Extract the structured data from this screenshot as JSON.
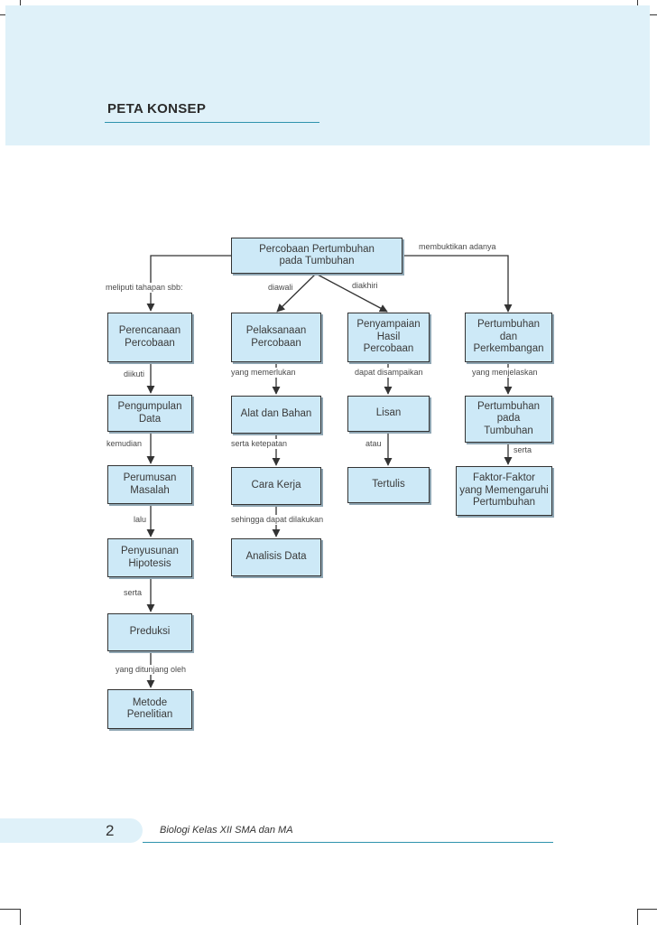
{
  "page": {
    "heading": "PETA KONSEP",
    "page_number": "2",
    "book_title": "Biologi Kelas XII SMA dan MA"
  },
  "concept_map": {
    "root": "Percobaan Pertumbuhan\npada Tumbuhan",
    "columns": [
      {
        "link": "meliputi tahapan sbb:",
        "nodes": [
          {
            "label": "Perencanaan\nPercobaan",
            "next_link": "diikuti"
          },
          {
            "label": "Pengumpulan\nData",
            "next_link": "kemudian"
          },
          {
            "label": "Perumusan\nMasalah",
            "next_link": "lalu"
          },
          {
            "label": "Penyusunan\nHipotesis",
            "next_link": "serta"
          },
          {
            "label": "Preduksi",
            "next_link": "yang ditunjang oleh"
          },
          {
            "label": "Metode\nPenelitian"
          }
        ]
      },
      {
        "link": "diawali",
        "nodes": [
          {
            "label": "Pelaksanaan\nPercobaan",
            "next_link": "yang memerlukan"
          },
          {
            "label": "Alat dan Bahan",
            "next_link": "serta ketepatan"
          },
          {
            "label": "Cara Kerja",
            "next_link": "sehingga dapat dilakukan"
          },
          {
            "label": "Analisis Data"
          }
        ]
      },
      {
        "link": "diakhiri",
        "nodes": [
          {
            "label": "Penyampaian\nHasil\nPercobaan",
            "next_link": "dapat disampaikan"
          },
          {
            "label": "Lisan",
            "next_link": "atau"
          },
          {
            "label": "Tertulis"
          }
        ]
      },
      {
        "link": "membuktikan adanya",
        "nodes": [
          {
            "label": "Pertumbuhan\ndan\nPerkembangan",
            "next_link": "yang menjelaskan"
          },
          {
            "label": "Pertumbuhan\npada\nTumbuhan",
            "next_link": "serta"
          },
          {
            "label": "Faktor-Faktor\nyang Memengaruhi\nPertumbuhan"
          }
        ]
      }
    ]
  }
}
